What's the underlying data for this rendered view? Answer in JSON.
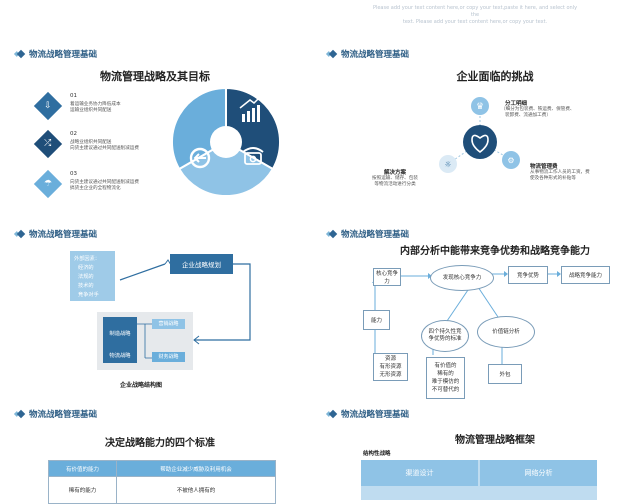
{
  "top_note": [
    "Please add your text content here,or copy your text,paste it here, and select only the",
    "text. Please add your text content here,or copy your text."
  ],
  "section_label": "物流战略管理基础",
  "panel1": {
    "title": "物流管理战略及其目标",
    "items": [
      {
        "num": "01",
        "lines": [
          "着运输业务协力降低成本",
          "运输业组织共同配送"
        ]
      },
      {
        "num": "02",
        "lines": [
          "战略业组织共同配送",
          "向货主建议通过共同配送削减运费"
        ]
      },
      {
        "num": "03",
        "lines": [
          "向货主建议通过共同配送削减运费",
          "搞货主企业的全程物流化"
        ]
      }
    ],
    "colors": {
      "dark": "#1f4e79",
      "mid": "#2f6ea0",
      "light": "#6aaedb",
      "lighter": "#8fc3e6"
    }
  },
  "panel2": {
    "title": "企业面临的挑战",
    "items": [
      {
        "title": "分工明细",
        "lines": [
          "（细分为包装费、铁运费、保管费、",
          "装卸费、流通加工费）"
        ]
      },
      {
        "title": "物流管理费",
        "lines": [
          "从事物流工作人员的工资，费",
          "使及各种形式的补贴等"
        ]
      },
      {
        "title": "解决方案",
        "lines": [
          "按照运输、储存、包装",
          "等物流活动进行分类"
        ]
      }
    ]
  },
  "panel3": {
    "factors": [
      "外部因素：",
      "经济的",
      "法规的",
      "技术的",
      "竞争对手"
    ],
    "strategy_box": "企业战略规划",
    "inner_left": [
      "制造战略",
      "物流战略"
    ],
    "inner_right": [
      "营销战略",
      "财务战略"
    ],
    "caption": "企业战略结构图"
  },
  "panel4": {
    "title": "内部分析中能带来竞争优势和战略竞争能力",
    "nodes": {
      "core": "核心竞争力",
      "discover": "发现核心竞争力",
      "advantage": "竞争优势",
      "capability": "战略竞争能力",
      "ability": "能力",
      "criteria": [
        "四个持久性竞",
        "争优势的标准"
      ],
      "value_chain": "价值链分析",
      "resources": [
        "资源",
        "有形资源",
        "无形资源"
      ],
      "valuable": [
        "有价值的",
        "稀有的",
        "难于模仿的",
        "不可替代的"
      ],
      "outsource": "外包"
    }
  },
  "panel5": {
    "title": "决定战略能力的四个标准",
    "headers": [
      "有价值的能力",
      "帮助企业减少威胁及利用机会"
    ],
    "row": [
      "稀有的能力",
      "不被他人拥有的"
    ]
  },
  "panel6": {
    "title": "物流管理战略框架",
    "subtitle": "结构性战略",
    "cells": [
      "渠道设计",
      "网络分析"
    ]
  }
}
